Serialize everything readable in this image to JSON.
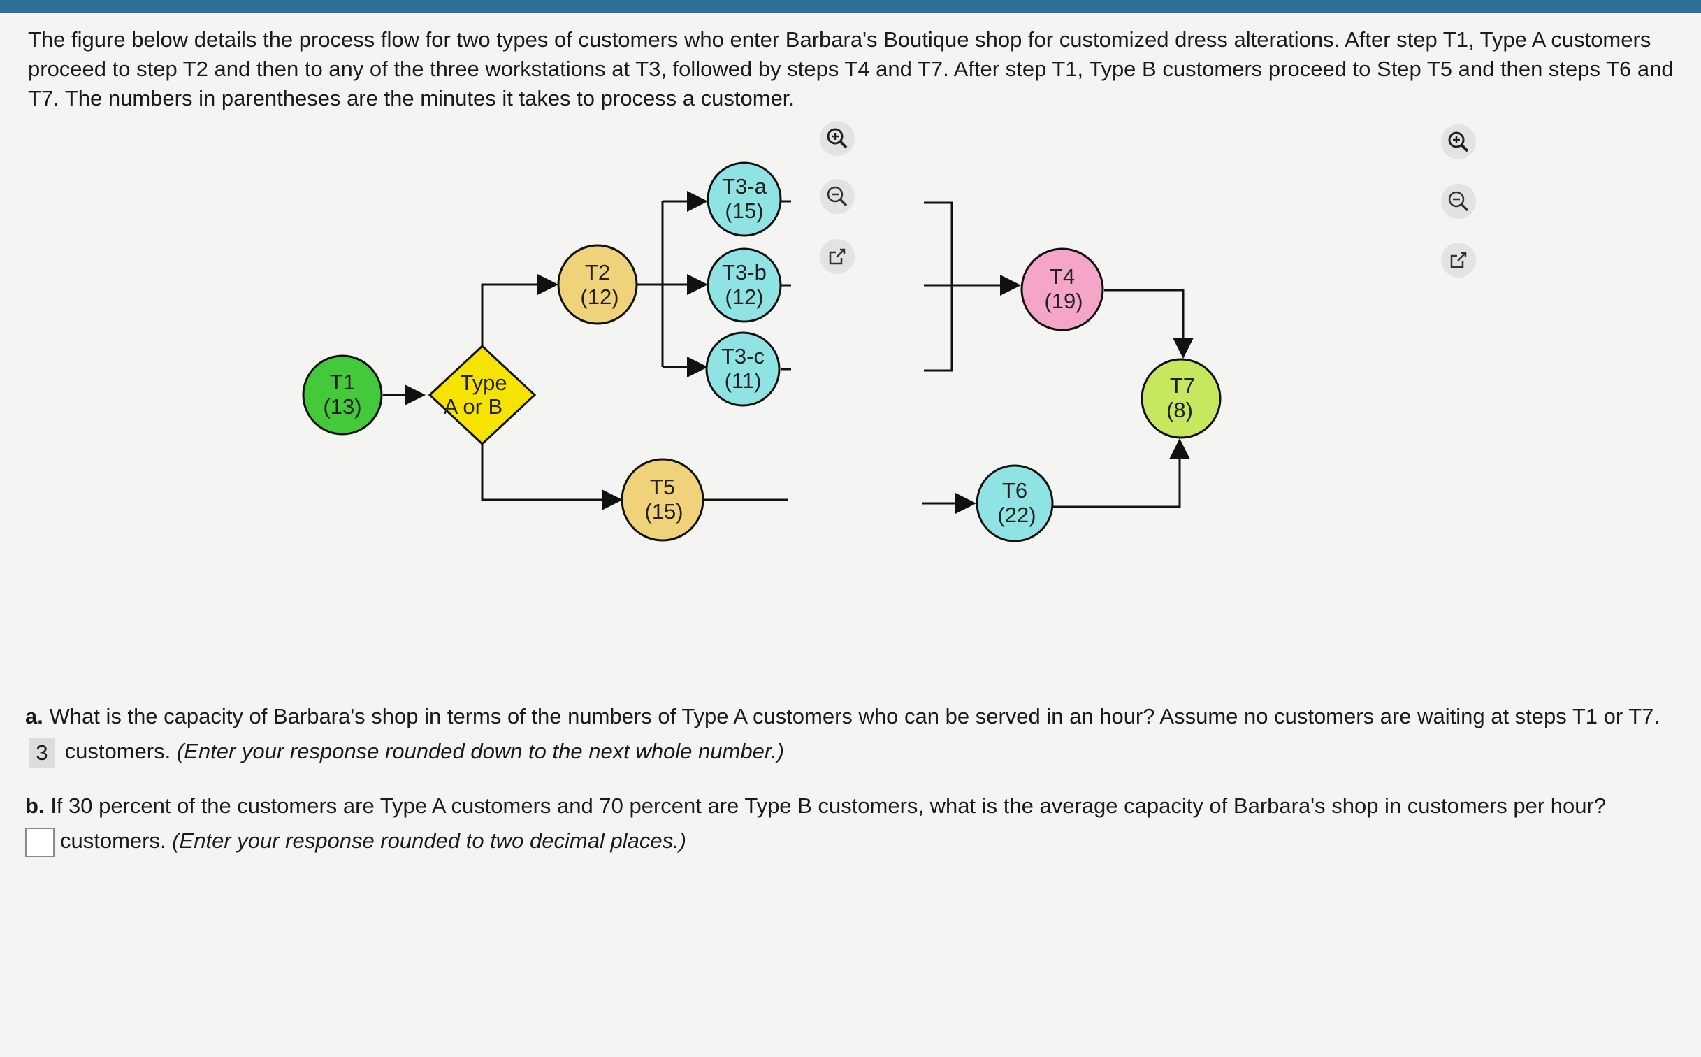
{
  "intro": "The figure below details the process flow for two types of customers who enter Barbara's Boutique shop for customized dress alterations. After step T1, Type A customers proceed to step T2 and then to any of the three workstations at T3, followed by steps T4 and T7. After step T1, Type B customers proceed to Step T5 and then steps T6 and T7. The numbers in parentheses are the minutes it takes to process a customer.",
  "nodes": {
    "t1": {
      "name": "T1",
      "time": "(13)",
      "color": "#44c93a"
    },
    "decision": {
      "line1": "Type",
      "line2": "A or B",
      "color": "#f7e300"
    },
    "t2": {
      "name": "T2",
      "time": "(12)",
      "color": "#efd27a"
    },
    "t3a": {
      "name": "T3-a",
      "time": "(15)",
      "color": "#8fe3e2"
    },
    "t3b": {
      "name": "T3-b",
      "time": "(12)",
      "color": "#8fe3e2"
    },
    "t3c": {
      "name": "T3-c",
      "time": "(11)",
      "color": "#8fe3e2"
    },
    "t4": {
      "name": "T4",
      "time": "(19)",
      "color": "#f5a5c8"
    },
    "t5": {
      "name": "T5",
      "time": "(15)",
      "color": "#efd27a"
    },
    "t6": {
      "name": "T6",
      "time": "(22)",
      "color": "#8fe3e2"
    },
    "t7": {
      "name": "T7",
      "time": "(8)",
      "color": "#c6e85e"
    }
  },
  "question_a": {
    "label": "a.",
    "text": "What is the capacity of Barbara's shop in terms of the numbers of Type A customers who can be served in an hour? Assume no customers are waiting at steps T1 or T7.",
    "answer": "3",
    "unit": "customers.",
    "hint": "(Enter your response rounded down to the next whole number.)"
  },
  "question_b": {
    "label": "b.",
    "text": "If 30 percent of the customers are Type A customers and 70 percent are Type B customers, what is the average capacity of Barbara's shop in customers per hour?",
    "answer": "",
    "unit": "customers.",
    "hint": "(Enter your response rounded to two decimal places.)"
  }
}
